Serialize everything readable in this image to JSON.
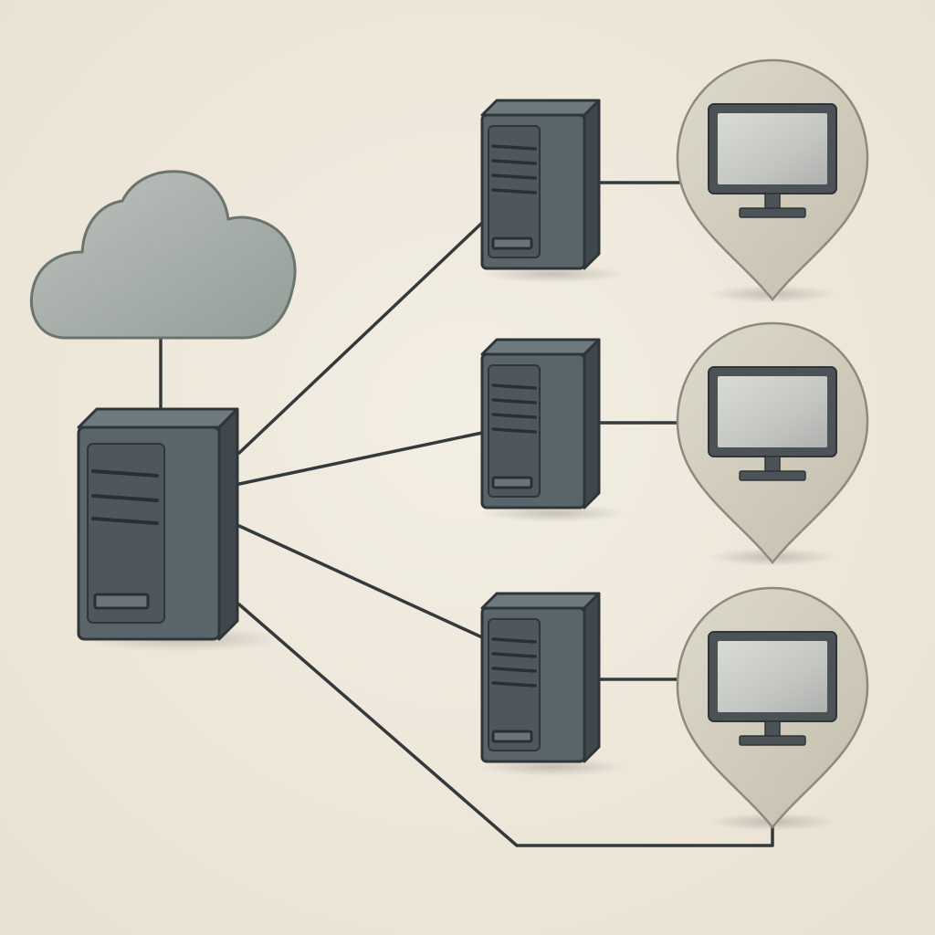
{
  "diagram": {
    "type": "network-topology",
    "nodes": [
      {
        "id": "cloud",
        "kind": "cloud",
        "icon": "cloud-icon"
      },
      {
        "id": "main-server",
        "kind": "server-tower",
        "icon": "server-icon"
      },
      {
        "id": "server-1",
        "kind": "server-tower",
        "icon": "server-icon"
      },
      {
        "id": "server-2",
        "kind": "server-tower",
        "icon": "server-icon"
      },
      {
        "id": "server-3",
        "kind": "server-tower",
        "icon": "server-icon"
      },
      {
        "id": "client-1",
        "kind": "location-pin-computer",
        "icon": "monitor-pin-icon"
      },
      {
        "id": "client-2",
        "kind": "location-pin-computer",
        "icon": "monitor-pin-icon"
      },
      {
        "id": "client-3",
        "kind": "location-pin-computer",
        "icon": "monitor-pin-icon"
      }
    ],
    "edges": [
      [
        "cloud",
        "main-server"
      ],
      [
        "main-server",
        "server-1"
      ],
      [
        "main-server",
        "server-2"
      ],
      [
        "main-server",
        "server-3"
      ],
      [
        "main-server",
        "client-3"
      ],
      [
        "server-1",
        "client-1"
      ],
      [
        "server-2",
        "client-2"
      ],
      [
        "server-3",
        "client-3"
      ]
    ],
    "colors": {
      "background": "#efe9dc",
      "server_front": "#59656a",
      "server_side": "#3f484c",
      "server_top": "#6e7a7f",
      "outline": "#2f3538",
      "cloud_fill": "#a9b0ab",
      "pin_fill": "#d2cdbd",
      "screen_fill": "#c9ccc7",
      "line": "#343a3c"
    }
  }
}
